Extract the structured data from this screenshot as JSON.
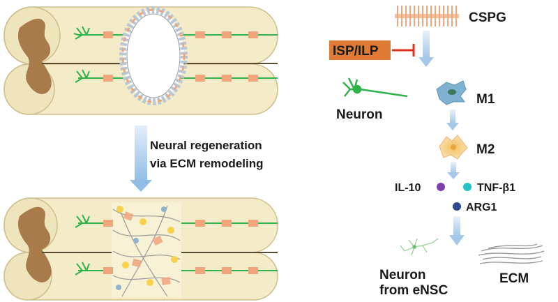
{
  "left_panel": {
    "arrow_caption_line1": "Neural regeneration",
    "arrow_caption_line2": "via ECM remodeling"
  },
  "right_panel": {
    "cspg_label": "CSPG",
    "isp_label": "ISP/ILP",
    "neuron_label": "Neuron",
    "m1_label": "M1",
    "m2_label": "M2",
    "il10_label": "IL-10",
    "tnf_label": "TNF-β1",
    "arg1_label": "ARG1",
    "nsc_label_line1": "Neuron",
    "nsc_label_line2": "from eNSC",
    "ecm_label": "ECM"
  },
  "colors": {
    "tissue": "#f4ecc8",
    "tissue_edge": "#cdbf8c",
    "bone": "#a97a4a",
    "axon": "#2db34a",
    "node": "#f0a57c",
    "arrow": "#a9cbea",
    "isp_box": "#e07b35",
    "inhibit": "#e0301e",
    "il10": "#7e3fa8",
    "tnf": "#22c3c7",
    "arg1": "#2c4a8c"
  }
}
